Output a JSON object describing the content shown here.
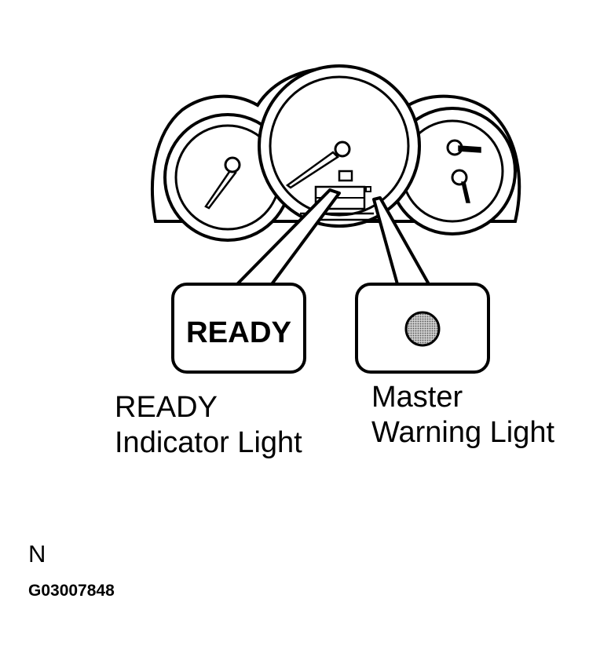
{
  "callouts": {
    "ready_display": "READY"
  },
  "labels": {
    "ready_indicator": "READY\nIndicator Light",
    "master_warning": "Master\nWarning Light"
  },
  "footer": {
    "view_code": "N",
    "figure_id": "G03007848"
  },
  "colors": {
    "line": "#000000",
    "background": "#ffffff",
    "warning_light_fill": "#9a9a9a"
  }
}
